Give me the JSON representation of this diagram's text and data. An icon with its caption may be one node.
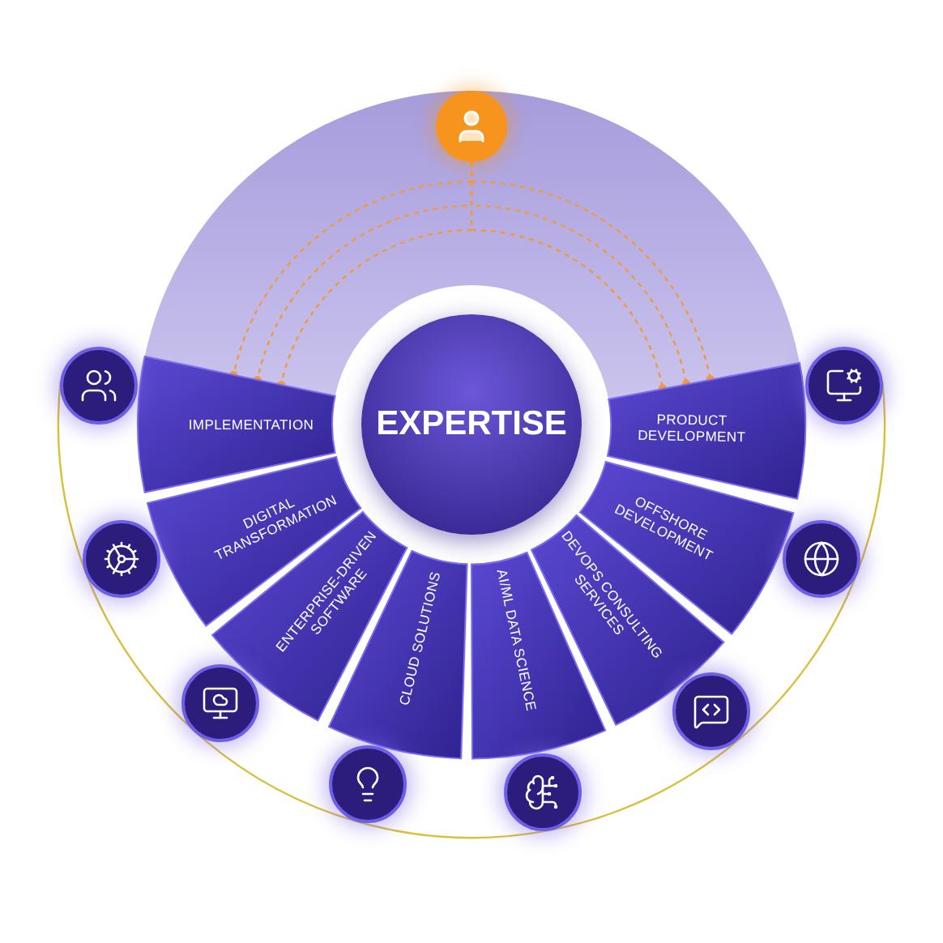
{
  "diagram": {
    "nodes": [
      {
        "text": [
          "EXPERTISE"
        ]
      },
      {
        "text": [],
        "shape": "circle"
      },
      {
        "text": [
          "IMPLEMENTATION"
        ]
      },
      {
        "text": [
          "DIGITAL TRANSFORMATION"
        ]
      },
      {
        "text": [
          "ENTERPRISE-DRIVEN SOFTWARE"
        ]
      },
      {
        "text": [
          "CLOUD SOLUTIONS"
        ]
      },
      {
        "text": [
          "AI/ML DATA SCIENCE"
        ]
      },
      {
        "text": [
          "DEVOPS CONSULTING SERVICES"
        ]
      },
      {
        "text": [
          "OFFSHORE DEVELOPMENT"
        ]
      },
      {
        "text": [
          "PRODUCT DEVELOPMENT"
        ]
      },
      {
        "text": [],
        "shape": "circle"
      },
      {
        "text": [],
        "shape": "circle"
      },
      {
        "text": [],
        "shape": "circle"
      },
      {
        "text": [],
        "shape": "circle"
      },
      {
        "text": [],
        "shape": "circle"
      },
      {
        "text": [],
        "shape": "circle"
      },
      {
        "text": [],
        "shape": "circle"
      },
      {
        "text": [],
        "shape": "circle"
      }
    ],
    "edges": [
      {
        "from": 1,
        "to": 2,
        "arrow": "other",
        "style": "dashed",
        "color": "#f29a3a"
      },
      {
        "from": 1,
        "to": 2,
        "arrow": "other",
        "style": "dashed",
        "color": "#f29a3a"
      },
      {
        "from": 1,
        "to": 2,
        "arrow": "other",
        "style": "dashed",
        "color": "#f29a3a"
      },
      {
        "from": 1,
        "to": 9,
        "arrow": "other",
        "style": "dashed",
        "color": "#f29a3a"
      },
      {
        "from": 1,
        "to": 9,
        "arrow": "other",
        "style": "dashed",
        "color": "#f29a3a"
      },
      {
        "from": 1,
        "to": 9,
        "arrow": "other",
        "style": "dashed",
        "color": "#f29a3a"
      },
      {
        "from": 10,
        "to": 11,
        "arrow": "none"
      },
      {
        "from": 11,
        "to": 12,
        "arrow": "none"
      },
      {
        "from": 12,
        "to": 13,
        "arrow": "none"
      },
      {
        "from": 13,
        "to": 14,
        "arrow": "none"
      },
      {
        "from": 14,
        "to": 15,
        "arrow": "none"
      },
      {
        "from": 15,
        "to": 16,
        "arrow": "none"
      },
      {
        "from": 16,
        "to": 17,
        "arrow": "none"
      }
    ]
  }
}
